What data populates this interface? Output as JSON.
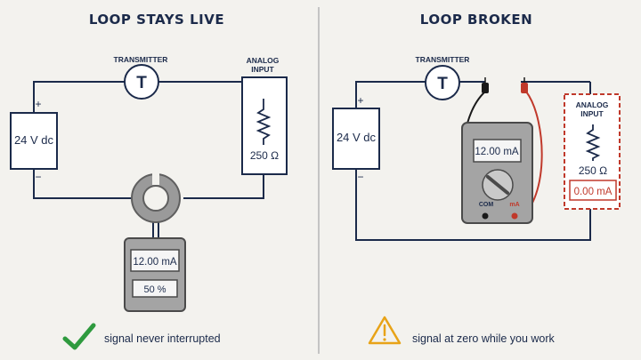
{
  "left_panel": {
    "title": "LOOP STAYS LIVE",
    "supply_label": "24 V dc",
    "plus": "+",
    "minus": "−",
    "transmitter_label": "TRANSMITTER",
    "transmitter_symbol": "T",
    "input_label_line1": "ANALOG",
    "input_label_line2": "INPUT",
    "resistor_value": "250 Ω",
    "meter_reading": "12.00 mA",
    "meter_percent": "50 %",
    "caption": "signal never interrupted",
    "caption_icon": "checkmark-icon"
  },
  "right_panel": {
    "title": "LOOP BROKEN",
    "supply_label": "24 V dc",
    "plus": "+",
    "minus": "−",
    "transmitter_label": "TRANSMITTER",
    "transmitter_symbol": "T",
    "input_label_line1": "ANALOG",
    "input_label_line2": "INPUT",
    "resistor_value": "250 Ω",
    "input_reading": "0.00 mA",
    "meter_reading": "12.00 mA",
    "com_label": "COM",
    "ma_label": "mA",
    "caption": "signal at zero while you work",
    "caption_icon": "warning-icon"
  },
  "colors": {
    "ink": "#1b2a4a",
    "accent_red": "#c0392b",
    "check_green": "#2e9a3e",
    "warning_orange": "#e8a317",
    "background": "#f3f2ee"
  }
}
